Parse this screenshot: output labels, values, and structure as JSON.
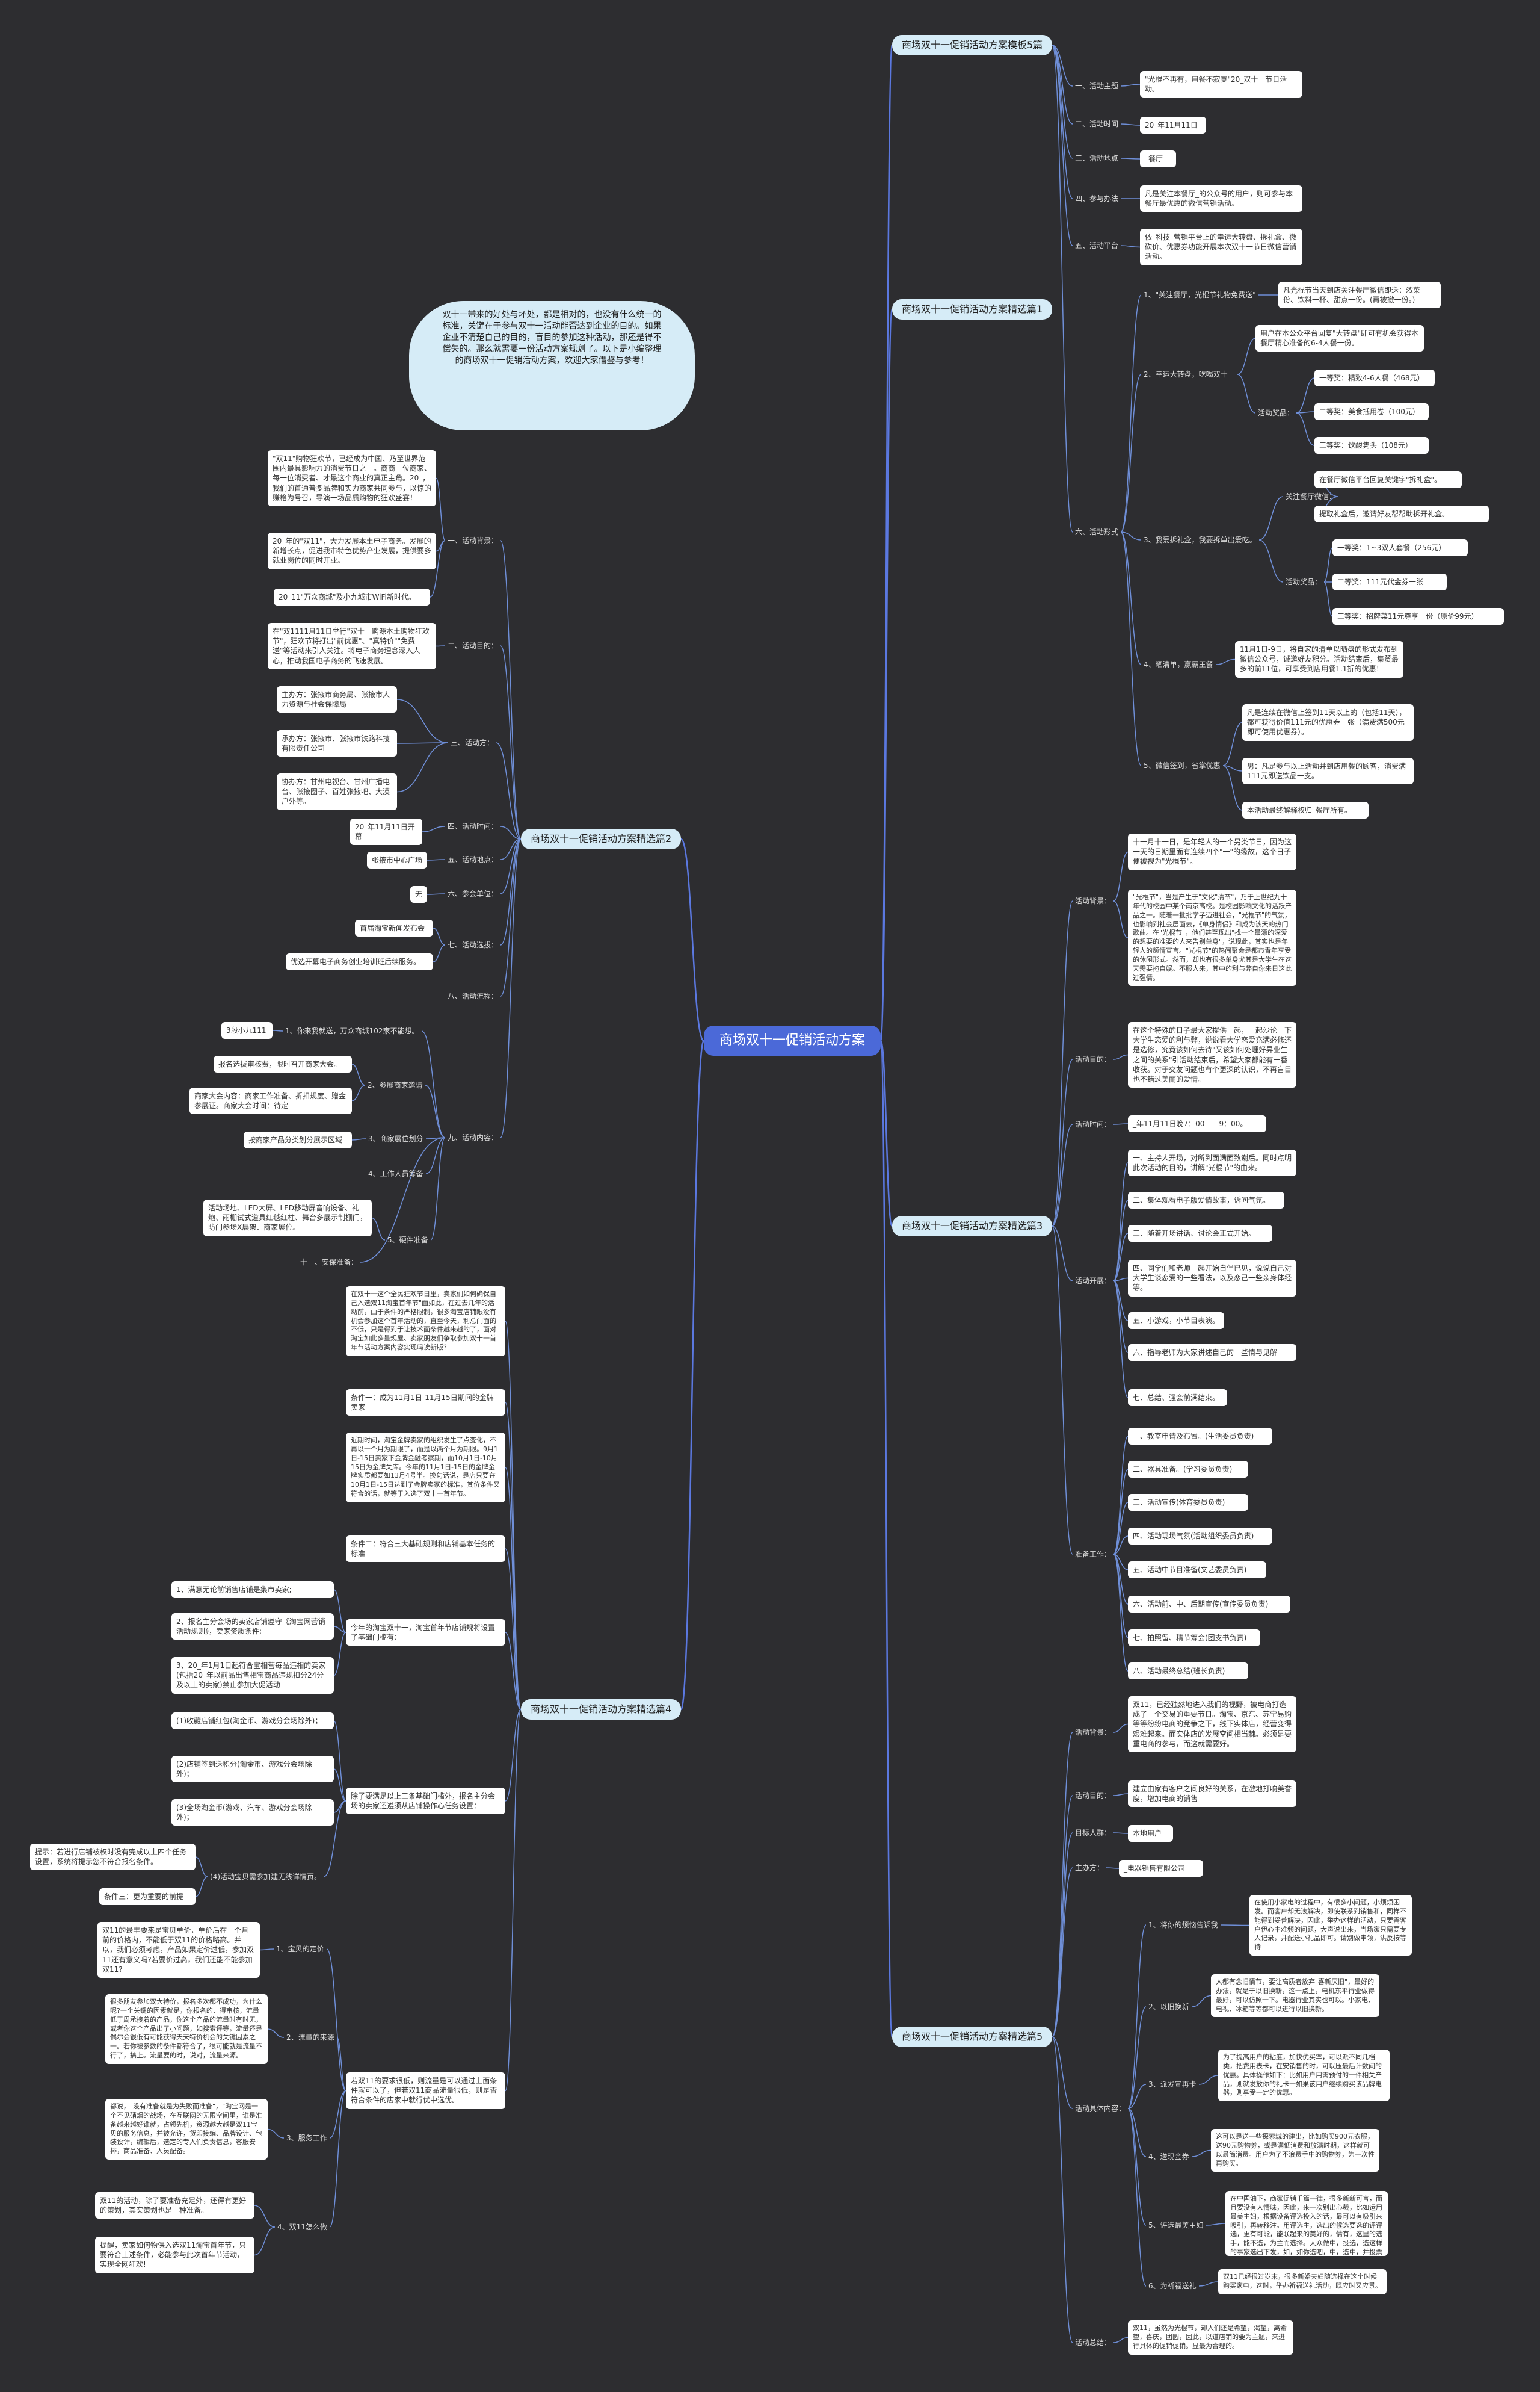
{
  "root": {
    "title": "商场双十一促销活动方案"
  },
  "intro": "双十一带来的好处与坏处，都是相对的，也没有什么统一的标准，关键在于参与双十一活动能否达到企业的目的。如果企业不清楚自己的目的，盲目的参加这种活动，那还是得不偿失的。那么就需要一份活动方案规划了。以下是小编整理的商场双十一促销活动方案，欢迎大家借鉴与参考！",
  "branches": {
    "p1_title": "商场双十一促销活动方案模板5篇",
    "p2_title": "商场双十一促销活动方案精选篇1",
    "p3_title": "商场双十一促销活动方案精选篇2",
    "p4_title": "商场双十一促销活动方案精选篇3",
    "p5_title": "商场双十一促销活动方案精选篇4",
    "p6_title": "商场双十一促销活动方案精选篇5"
  },
  "sec1": {
    "theme_l": "一、活动主题",
    "theme": "\"光棍不再有，用餐不寂寞\"20_双十一节日活动。",
    "time_l": "二、活动时间",
    "time": "20_年11月11日",
    "place_l": "三、活动地点",
    "place": "_餐厅",
    "way_l": "四、参与办法",
    "way": "凡是关注本餐厅_的公众号的用户，则可参与本餐厅最优惠的微信营销活动。",
    "plat_l": "五、活动平台",
    "plat": "依_科技_营销平台上的幸运大转盘、拆礼盒、微砍价、优惠券功能开展本次双十一节日微信营销活动。",
    "form_l": "六、活动形式",
    "f1": "1、\"关注餐厅，光棍节礼物免费送\"",
    "f1d": "凡光棍节当天到店关注餐厅微信即送：浓菜一份、饮料一杯、甜点一份。(再被撤一份。)",
    "f2": "2、幸运大转盘，吃喝双十一",
    "f2d": "用户在本公众平台回复\"大转盘\"即可有机会获得本餐厅精心准备的6-4人餐一份。",
    "f2p": "活动奖品：",
    "f2p1": "一等奖：精致4-6人餐（468元）",
    "f2p2": "二等奖：美食抵用卷（100元）",
    "f2p3": "三等奖：饮酸隽头（108元）",
    "f3": "3、我爱拆礼盒，我要拆单出爱吃。",
    "f3a": "关注餐厅微信：",
    "f3a1": "在餐厅微信平台回复关键字\"拆礼盒\"。",
    "f3a2": "提取礼盒后，邀请好友帮帮助拆开礼盒。",
    "f3p": "活动奖品：",
    "f3p1": "一等奖：1~3双人套餐（256元）",
    "f3p2": "二等奖：111元代金券一张",
    "f3p3": "三等奖：招牌菜11元尊享一份（原价99元）",
    "f4": "4、晒清单，赢霸王餐",
    "f4d": "11月1日-9日，将自家的清单以晒盘的形式发布到微信公众号，诚邀好友积分。活动结束后，集赞最多的前11位，可享受到店用餐1.1折的优惠！",
    "f5": "5、微信签到，省掌优惠",
    "f5a": "凡是连续在微信上签到11天以上的（包括11天），都可获得价值111元的优惠券一张（满费满500元即可使用优惠券）。",
    "f5b": "男：凡是参与以上活动并到店用餐的顾客，消费满111元即送饮品一支。",
    "f5c": "本活动最终解释权归_餐厅所有。"
  },
  "sec2": {
    "bg_l": "一、活动背景：",
    "bg1": "\"双11\"购物狂欢节，已经成为中国、乃至世界范围内最具影响力的消费节日之一。商商一位商家、每一位消费者、才最这个商业的真正主角。20_，我们的首通普多品牌和实力商家共同参与，以惊的赚格为号召，导演一场品质购物的狂欢盛宴！",
    "bg2": "20_年的\"双11\"，大力发展本土电子商务。发展的新增长点，促进我市特色优势产业发展，提供要多就业岗位的同时开业。",
    "bg3": "20_11\"万众商城\"及小九城市WiFi新时代。",
    "goal_l": "二、活动目的：",
    "goal": "在\"双1111月11日举行\"双十一购源本土购物狂欢节\"，狂欢节将打出\"前优惠\"、\"真特价\"\"免费送\"等活动来引人关注。将电子商务理念深入人心，推动我国电子商务的飞速发展。",
    "org_l": "三、活动方：",
    "org1": "主办方：张掖市商务局、张掖市人力资源与社会保障局",
    "org2": "承办方：张掖市、张掖市铁路科技有限责任公司",
    "org3": "协办方：甘州电视台、甘州广播电台、张掖圈子、百姓张掖吧、大漠户外等。",
    "time_l": "四、活动时间：",
    "time": "20_年11月11日开幕",
    "place_l": "五、活动地点：",
    "place": "张掖市中心广场",
    "join_l": "六、参会单位：",
    "join": "无",
    "sel_l": "七、活动选拔：",
    "sel1": "首届淘宝新闻发布会",
    "sel2": "优选开幕电子商务创业培训班后续服务。",
    "flow_l": "八、活动流程：",
    "content_l": "九、活动内容：",
    "c1": "1、你来我就送，万众商城102家不能想。",
    "c1t": "3段小九111",
    "c2": "2、参展商家邀请",
    "c2a": "报名选拔审核费，限时召开商家大会。",
    "c2b": "商家大会内容：商家工作准备、折扣规度、赠金参展证。商家大会时间：待定",
    "c3": "3、商家展位划分",
    "c3a": "按商家产品分类划分展示区域",
    "c4": "4、工作人员筹备",
    "c5": "5、硬件准备",
    "c5a": "活动场地、LED大屏、LED移动屏音响设备、礼炮、雨棚试式道具红毯红柱、舞台多展示制棚门，防门参场X展架、商家展位。",
    "c6": "十一、安保准备："
  },
  "sec3": {
    "bg_l": "活动背景：",
    "bg1": "十一月十一日，是年轻人的一个另类节日，因为这一天的日期里面有连续四个\"一\"的缘故，这个日子便被视为\"光棍节\"。",
    "bg2": "\"光棍节\"，当是产生于\"文化\"清节\"，乃于上世纪九十年代的校园中某个南京高校。是校园影响文化的活跃产品之一。随着一批批学子迈进社会，\"光棍节\"的气氛，也影响到社会层面去，《单身情侣》和成为该天的热门歌曲。在\"光棍节\"，他们甚至现出\"找一个最漂的深爱的想要的准要的人来告别单身\"，说现此，其实也是年轻人的颤情宣言。\"光棍节\"的热闹聚会是都市青年享受的休闲形式。然而，却也有很多单身尤其是大学生在这天需要拖自娱。不服人来，其中的利与弊自你来日这此过强情。",
    "goal_l": "活动目的：",
    "goal": "在这个特殊的日子最大家提供一起，一起沙论一下大学生恋爱的利与弊，说说看大学恋爱充满必修还是选修，究竟该如何去待\"又该如何处理好昇业生之间的关系\"引活动结束后，希望大家都能有一番收获。对于交友问题也有个更深的认识，不再盲目也不错过美丽的爱情。",
    "time_l": "活动时间：",
    "time": "_年11月11日晚7：00——9：00。",
    "step_l": "活动开展：",
    "s1": "一、主持人开场，对所到面满面致谢后。同时点明此次活动的目的，讲解\"光棍节\"的由来。",
    "s2": "二、集体观看电子版爱情故事，诉问气氛。",
    "s3": "三、随着开场讲话、讨论会正式开始。",
    "s4": "四、同学们和老师一起开始自伴已见，说说自己对大学生谈恋爱的一些看法，以及恋己一些亲身体经等。",
    "s5": "五、小游戏，小节目表演。",
    "s6": "六、指导老师为大家讲述自己的一些情与见解",
    "s7": "七、总结、强会前满结束。",
    "prep_l": "准备工作：",
    "p1": "一、教室申请及布置。(生活委员负责)",
    "p2": "二、器具准备。(学习委员负责)",
    "p3": "三、活动宣传(体育委员负责)",
    "p4": "四、活动现场气氛(活动组织委员负责)",
    "p5": "五、活动中节目准备(文艺委员负责)",
    "p6": "六、活动前、中、后期宣传(宣传委员负责)",
    "p7": "七、拍照留、精节筹会(团支书负责)",
    "p8": "八、活动最终总结(班长负责)"
  },
  "sec4": {
    "a1": "在双十一这个全民狂欢节日里，卖家们如何确保自己入选双11淘宝首年节\"面如此，在过去几年的活动前，由于条件的严格限制，很多淘宝店铺眼没有机会参加这个首年活动的，直至今天，利总门面的不低，只是得到于让技术面条件越来越的了，面对淘宝如此多量规屋、卖家朋友们争取参加双十一首年节活动方案内容实现吗诶新版？",
    "a2": "条件一：成为11月1日-11月15日期间的金牌卖家",
    "a3": "近期时间，淘宝金牌卖家的组织发生了点变化，不再以一个月为期限了，而是以两个月为期限。9月1日-15日卖家下金牌金融考察期，而10月1日-10月15日为金牌关库。今年的11月1日-15日的金牌金牌实质都要如13月4号半。换句话说，是店只要在10月1日-15日达到了金牌卖家的标准，其价条件又符合的话，就等于入选了双十一首年节。",
    "a4": "条件二：符合三大基础规则和店铺基本任务的标准",
    "a5": "今年的淘宝双十一，淘宝首年节店铺规将设置了基础门槛有：",
    "a5a": "1、满意无论前销售店铺是集市卖家;",
    "a5b": "2、报名主分会场的卖家店铺遵守《淘宝网营销活动规则》，卖家资质条件;",
    "a5c": "3、20_年1月1日起符合宝相营每品违相的卖家(包括20_年以前品出售相宝商品违规扣分24分及以上的卖家)禁止参加大促活动",
    "a6": "除了要满足以上三条基础门槛外，报名主分会场的卖家还遵须从店铺操作心任务设置：",
    "a6a": "(1)收藏店铺红包(淘金币、游戏分会场除外)；",
    "a6b": "(2)店铺签到送积分(淘金币、游戏分会场除外)；",
    "a6c": "(3)全场淘金币(游戏、汽车、游戏分会场除外)；",
    "a6d": "(4)活动宝贝需参加建无线详情页。",
    "tip": "提示：若进行店铺被权时没有完成以上四个任务设置，系统将提示您不符合报名条件。",
    "cond3": "条件三：更为重要的前提"
  },
  "sec5": {
    "bg_l": "活动背景：",
    "bg": "双11，已经独然地进入我们的视野，被电商打造成了一个交易的重要节日。淘宝、京东、苏宁易购等等纷纷电商的竞争之下，线下实体店，经营变得艰难起来。而实体店的发展空间相当棘。必须是要重电商的参与，而这就需要好。",
    "goal_l": "活动目的：",
    "goal": "建立由家有客户之间良好的关系，在激地打响美誉度，增加电商的销售",
    "who_l": "目标人群：",
    "who": "本地用户",
    "host_l": "主办方：",
    "host": "_电器销售有限公司",
    "cnt_l": "活动具体内容：",
    "k1": "1、将你的烦恼告诉我",
    "k1d": "在使用小家电的过程中，有很多小问题，小烦烦困发。而客户却无法解决，即使联系到销售和，同样不能得到妥善解决，因此，举办这样的活动，只要需客户伊心中难频的问题，大声说出来，当场家只需要专人记录，并配送小礼品即可。请别做申领，洪反按等待",
    "k2": "2、以旧换新",
    "k2d": "人都有念旧情节，要让高质者放弃\"喜新厌旧\"，最好的办法，就是于以旧换新，这一点上，电机东平行业做得最好，可以仿照一下。电器行业其实也可以。小家电、电视、冰箱等等都可以进行以旧换新。",
    "k3": "3、派发宣再卡",
    "k3d": "为了提高用户的粘度，加快优买率，可以派不同几档类，把费用表卡，在安销售的时，可以压最后计数间的优惠。具体操作如下：比如用户用需预付的一件相关产品，则就发放你的礼卡一如果该用户继续购买该品牌电器，则享受一定的优惠。",
    "k4": "4、送现金券",
    "k4d": "这可以是送一些探索城的建出，比如购买900元衣服，送90元购物券，或是满低消费和放满时期，这样就可以最简消费。用户为了不浪费手中的购物券，为一次性再购买。",
    "k5": "5、评选最美主妇",
    "k5d": "在中国油下，商家促销千篇一律，很多新新可言，而且要没有人情味，因此，来一次别出心裁，比如运用最美主妇，根据设备评选投入的话，最可以有吸引来吸引，再转移注。用评选主，选出的候选要选的评评选，更有可能，能联起来的美好的，情有，这里的选手，能不选，为主而选择。大众做中，投选，选这样的事家选出下发，如，如你选吧，中，选中，并投票评选。投选的社会中。",
    "k6": "6、为祈福送礼",
    "k6d": "双11已经很过岁末，很多新婚夫妇随选择在这个时候购买家电，这时，举办祈福送礼活动，既应时又应景。",
    "sum_l": "活动总结：",
    "sum": "双11，虽然为光棍节，却人们还是希望，渴望，离希望，喜庆，团圆，因此，以道店铺的要为主题，来进行具体的促销促销。显最为合理的。"
  },
  "sec6": {
    "r1": "1、宝贝的定价",
    "r1d": "双11的最丰要来是宝贝单价，单价后在一个月前的价格内，不能低于双11的价格略高。并以，我们必须考虑，产品如果定价过低，参加双11还有意义吗?若要价过高，我们还能不能参加双11?",
    "r2": "2、流量的来源",
    "r2d": "很多朋友参加双大特价，报名多次都不成功，为什么呢?一个关键的因素就是，你报名的、得审核，流量低于周承接着的产品，你这个产品的流量时有时无，或者你这个产品出了小问题，如搜索评等，流量还是偶尔会很低有可能获得天天特价机会的关键因素之一。若你被参数的条件都符合了，很可能就是流量不行了，搞上。流量要的时，说对，流量来源。",
    "r3": "3、服务工作",
    "r3d": "都说，\"没有准备就是为失败而准备\"，\"淘宝网是一个不见硝烟的战场，在互联网的无限空间里，谁是准备越来越好谁就，占领先机，资源越大越是双11宝贝的服务信息，并被允许，货印接编、品牌设计、包装设计，编辑后，选定的专人们负责信息，客服安排，商品准备、人员配备。",
    "r4": "4、双11怎么做",
    "r4a": "双11的活动，除了要准备充足外，还得有更好的策划，其实策划也是一种准备。",
    "r4b": "提醒，卖家如何物保入选双11淘宝首年节，只要符合上述条件，必能参与此次首年节活动，实现全网狂欢!"
  }
}
